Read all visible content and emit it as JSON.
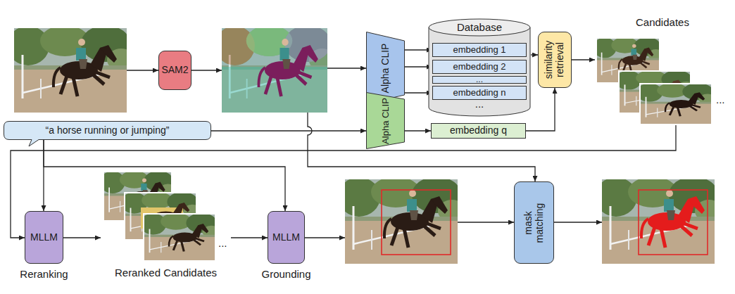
{
  "diagram": {
    "nodes": [
      {
        "text": [
          "SAM2"
        ]
      },
      {
        "text": [
          "Alpha CLIP"
        ]
      },
      {
        "text": [
          "Database",
          "..."
        ]
      },
      {
        "text": [
          "embedding 1"
        ],
        "in": 2
      },
      {
        "text": [
          "embedding 2"
        ],
        "in": 2
      },
      {
        "text": [
          "..."
        ],
        "in": 2
      },
      {
        "text": [
          "embedding n"
        ],
        "in": 2
      },
      {
        "text": [
          "similarity retrieval"
        ]
      },
      {
        "text": [
          "Candidates",
          "..."
        ]
      },
      {
        "text": [
          "“a horse running or jumping”"
        ]
      },
      {
        "text": [
          "Alpha CLIP"
        ]
      },
      {
        "text": [
          "embedding q"
        ]
      },
      {
        "text": [
          "MLLM",
          "Reranking"
        ]
      },
      {
        "text": [
          "Reranked Candidates",
          "..."
        ]
      },
      {
        "text": [
          "MLLM",
          "Grounding"
        ]
      },
      {
        "text": [
          "mask matching"
        ]
      }
    ],
    "edges": [
      {
        "from": 1,
        "to": 3,
        "arrow": "to"
      },
      {
        "from": 1,
        "to": 4,
        "arrow": "to"
      },
      {
        "from": 1,
        "to": 6,
        "arrow": "to"
      },
      {
        "from": 2,
        "to": 7,
        "arrow": "to"
      },
      {
        "from": 9,
        "to": 10,
        "arrow": "to"
      },
      {
        "from": 10,
        "to": 11,
        "arrow": "to"
      },
      {
        "from": 11,
        "to": 7,
        "arrow": "to"
      },
      {
        "from": 7,
        "to": 8,
        "arrow": "to"
      },
      {
        "from": 8,
        "to": 12,
        "arrow": "to"
      },
      {
        "from": 9,
        "to": 12,
        "arrow": "to"
      },
      {
        "from": 12,
        "to": 13,
        "arrow": "to"
      },
      {
        "from": 13,
        "to": 14,
        "arrow": "to"
      },
      {
        "from": 9,
        "to": 14,
        "arrow": "to"
      }
    ]
  }
}
